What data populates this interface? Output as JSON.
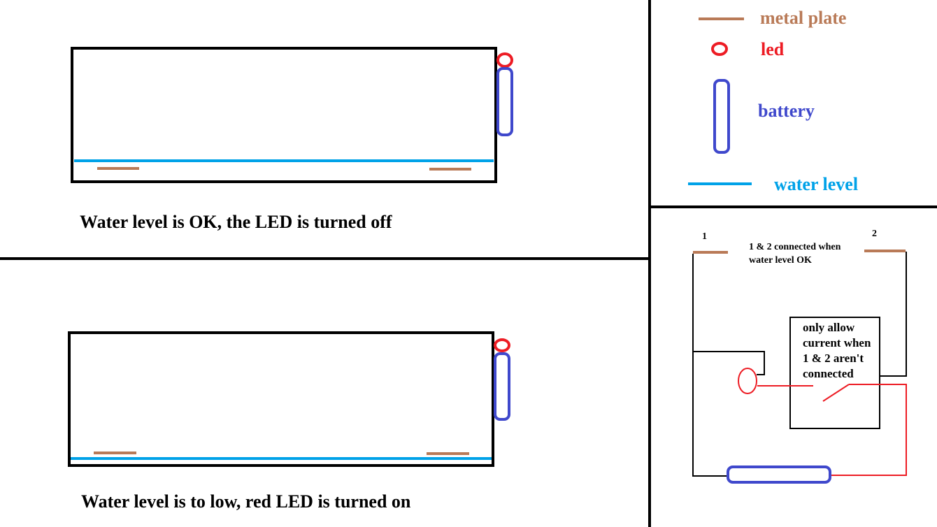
{
  "colors": {
    "metal_plate": "#b97a57",
    "led": "#ed1c24",
    "battery": "#3f48cc",
    "water": "#00a2e8",
    "line": "#000000"
  },
  "panel_ok": {
    "caption": "Water level is OK, the LED is turned off"
  },
  "panel_low": {
    "caption": "Water level is to low, red LED is turned on"
  },
  "legend": {
    "metal_plate": "metal plate",
    "led": "led",
    "battery": "battery",
    "water_level": "water level"
  },
  "circuit": {
    "terminal_1": "1",
    "terminal_2": "2",
    "note_line1": "1 & 2 connected when",
    "note_line2": "water level OK",
    "box_line1": "only allow",
    "box_line2": "current when",
    "box_line3": "1 & 2 aren't",
    "box_line4": "connected"
  }
}
